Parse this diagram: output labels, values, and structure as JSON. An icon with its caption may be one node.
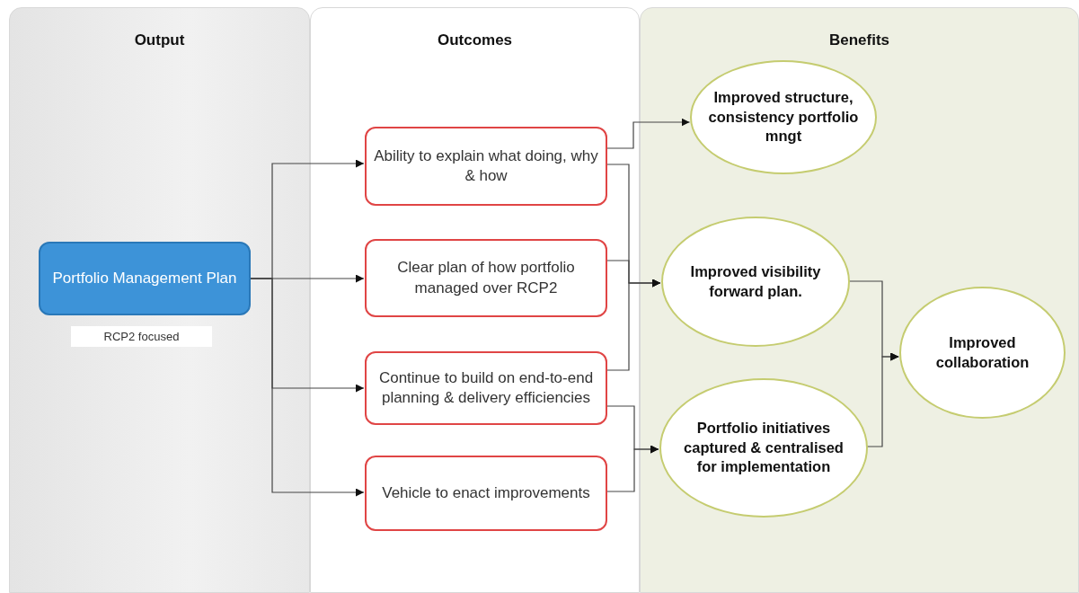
{
  "diagram": {
    "nodes": [
      {
        "text": [
          "Output"
        ]
      },
      {
        "text": [
          "Outcomes"
        ]
      },
      {
        "text": [
          "Benefits"
        ]
      },
      {
        "text": [
          "Portfolio Management Plan"
        ],
        "in": 0,
        "beside": [
          "RCP2 focused"
        ]
      },
      {
        "text": [
          "Ability to explain what doing, why & how"
        ],
        "in": 1
      },
      {
        "text": [
          "Clear plan of how portfolio managed over RCP2"
        ],
        "in": 1
      },
      {
        "text": [
          "Continue to build on end-to-end planning & delivery efficiencies"
        ],
        "in": 1
      },
      {
        "text": [
          "Vehicle to enact improvements"
        ],
        "in": 1
      },
      {
        "text": [
          "Improved structure, consistency portfolio mngt"
        ],
        "in": 2
      },
      {
        "text": [
          "Improved visibility forward plan."
        ],
        "in": 2
      },
      {
        "text": [
          "Portfolio initiatives captured & centralised for implementation"
        ],
        "in": 2
      },
      {
        "text": [
          "Improved collaboration"
        ],
        "in": 2
      }
    ],
    "edges": [
      {
        "from": 3,
        "to": 4,
        "arrow": "to"
      },
      {
        "from": 3,
        "to": 5,
        "arrow": "to"
      },
      {
        "from": 3,
        "to": 6,
        "arrow": "to"
      },
      {
        "from": 3,
        "to": 7,
        "arrow": "to"
      },
      {
        "from": 4,
        "to": 8,
        "arrow": "to"
      },
      {
        "from": 4,
        "to": 9,
        "arrow": "to"
      },
      {
        "from": 5,
        "to": 9,
        "arrow": "to"
      },
      {
        "from": 6,
        "to": 9,
        "arrow": "to"
      },
      {
        "from": 6,
        "to": 10,
        "arrow": "to"
      },
      {
        "from": 7,
        "to": 10,
        "arrow": "to"
      },
      {
        "from": 9,
        "to": 11,
        "arrow": "to"
      },
      {
        "from": 10,
        "to": 11,
        "arrow": "to"
      }
    ]
  }
}
